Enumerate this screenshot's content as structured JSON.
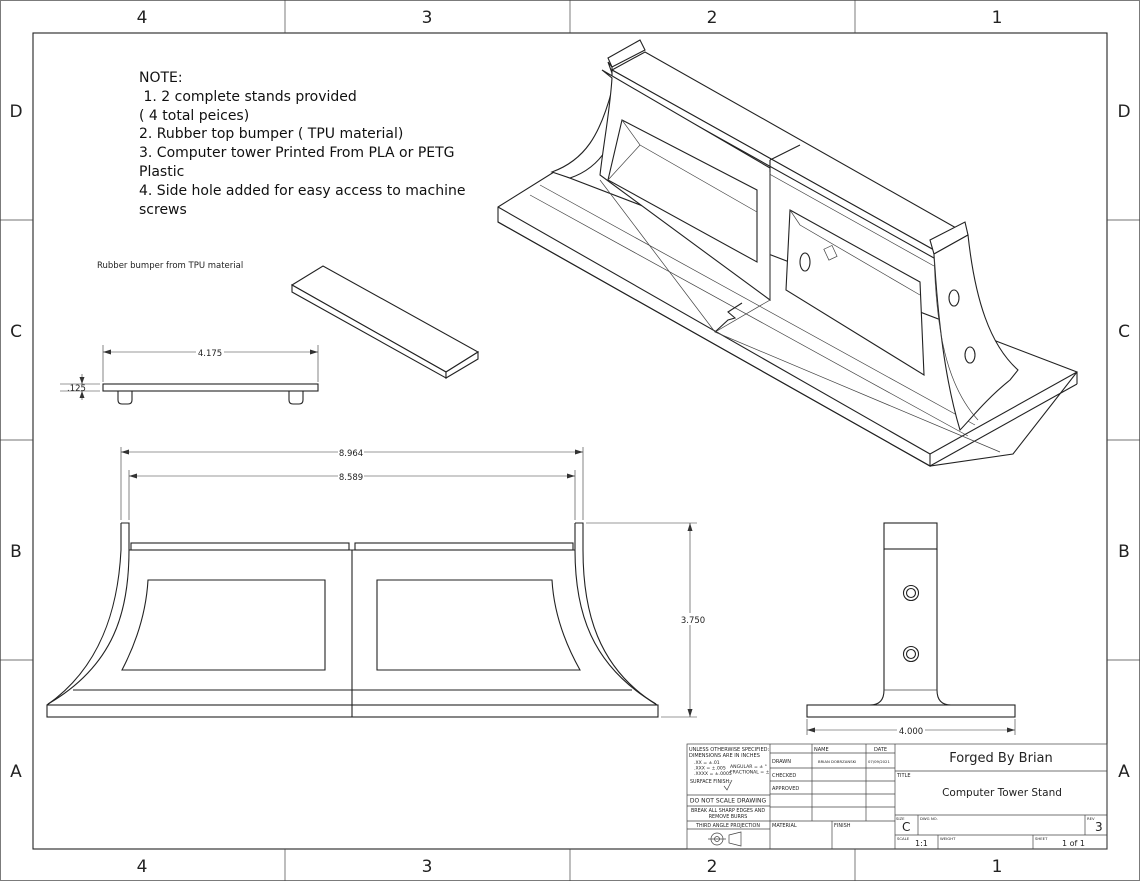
{
  "zones": {
    "columns": [
      "4",
      "3",
      "2",
      "1"
    ],
    "rows": [
      "D",
      "C",
      "B",
      "A"
    ]
  },
  "notes": {
    "heading": "NOTE:",
    "lines": [
      " 1. 2 complete stands provided",
      "( 4 total peices)",
      "2. Rubber top bumper ( TPU material)",
      "3. Computer tower Printed From PLA or PETG",
      "Plastic",
      "4. Side hole added for easy access to machine",
      "screws"
    ]
  },
  "bumper_view": {
    "label": "Rubber bumper from TPU material",
    "length_dim": "4.175",
    "thickness_dim": ".125"
  },
  "front_view": {
    "overall_width_dim": "8.964",
    "inner_width_dim": "8.589",
    "height_dim": "3.750"
  },
  "side_view": {
    "base_width_dim": "4.000"
  },
  "title_block": {
    "tolerance_notes": [
      "UNLESS OTHERWISE SPECIFIED:",
      "DIMENSIONS ARE IN INCHES",
      ".XX = ±.01",
      ".XXX = ±.005",
      ".XXXX = ±.0005",
      "ANGULAR = ± °",
      "FRACTIONAL = ±",
      "SURFACE FINISH:"
    ],
    "do_not_scale": "DO NOT SCALE DRAWING",
    "break_edges": [
      "BREAK ALL SHARP EDGES AND",
      "REMOVE BURRS"
    ],
    "projection": "THIRD ANGLE PROJECTION",
    "col_name": "NAME",
    "col_date": "DATE",
    "row_drawn": "DRAWN",
    "row_checked": "CHECKED",
    "row_approved": "APPROVED",
    "drawn_name": "BRIAN DOBRZANSKI",
    "drawn_date": "07/09/2021",
    "material_label": "MATERIAL",
    "finish_label": "FINISH",
    "company": "Forged By Brian",
    "title_label": "TITLE",
    "title": "Computer Tower Stand",
    "size_label": "SIZE",
    "size": "C",
    "dwg_no_label": "DWG NO.",
    "rev_label": "REV",
    "rev": "3",
    "scale_label": "SCALE",
    "scale": "1:1",
    "weight_label": "WEIGHT",
    "sheet_label": "SHEET",
    "sheet": "1 of 1"
  }
}
